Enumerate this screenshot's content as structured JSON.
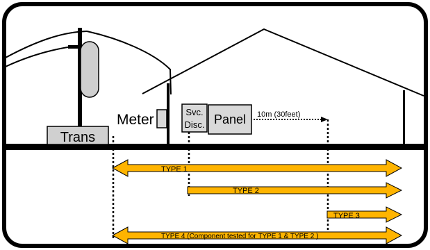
{
  "labels": {
    "trans": "Trans",
    "meter": "Meter",
    "svc_line1": "Svc.",
    "svc_line2": "Disc.",
    "panel": "Panel",
    "distance": "10m (30feet)"
  },
  "types": {
    "type1": "TYPE 1",
    "type2": "TYPE 2",
    "type3": "TYPE 3",
    "type4": "TYPE 4 (Component tested for TYPE 1 & TYPE 2 )"
  },
  "colors": {
    "arrow_fill": "#FFB400",
    "box_fill": "#D9D9D9",
    "pole_box": "#C8C8C8",
    "line": "#000000"
  }
}
